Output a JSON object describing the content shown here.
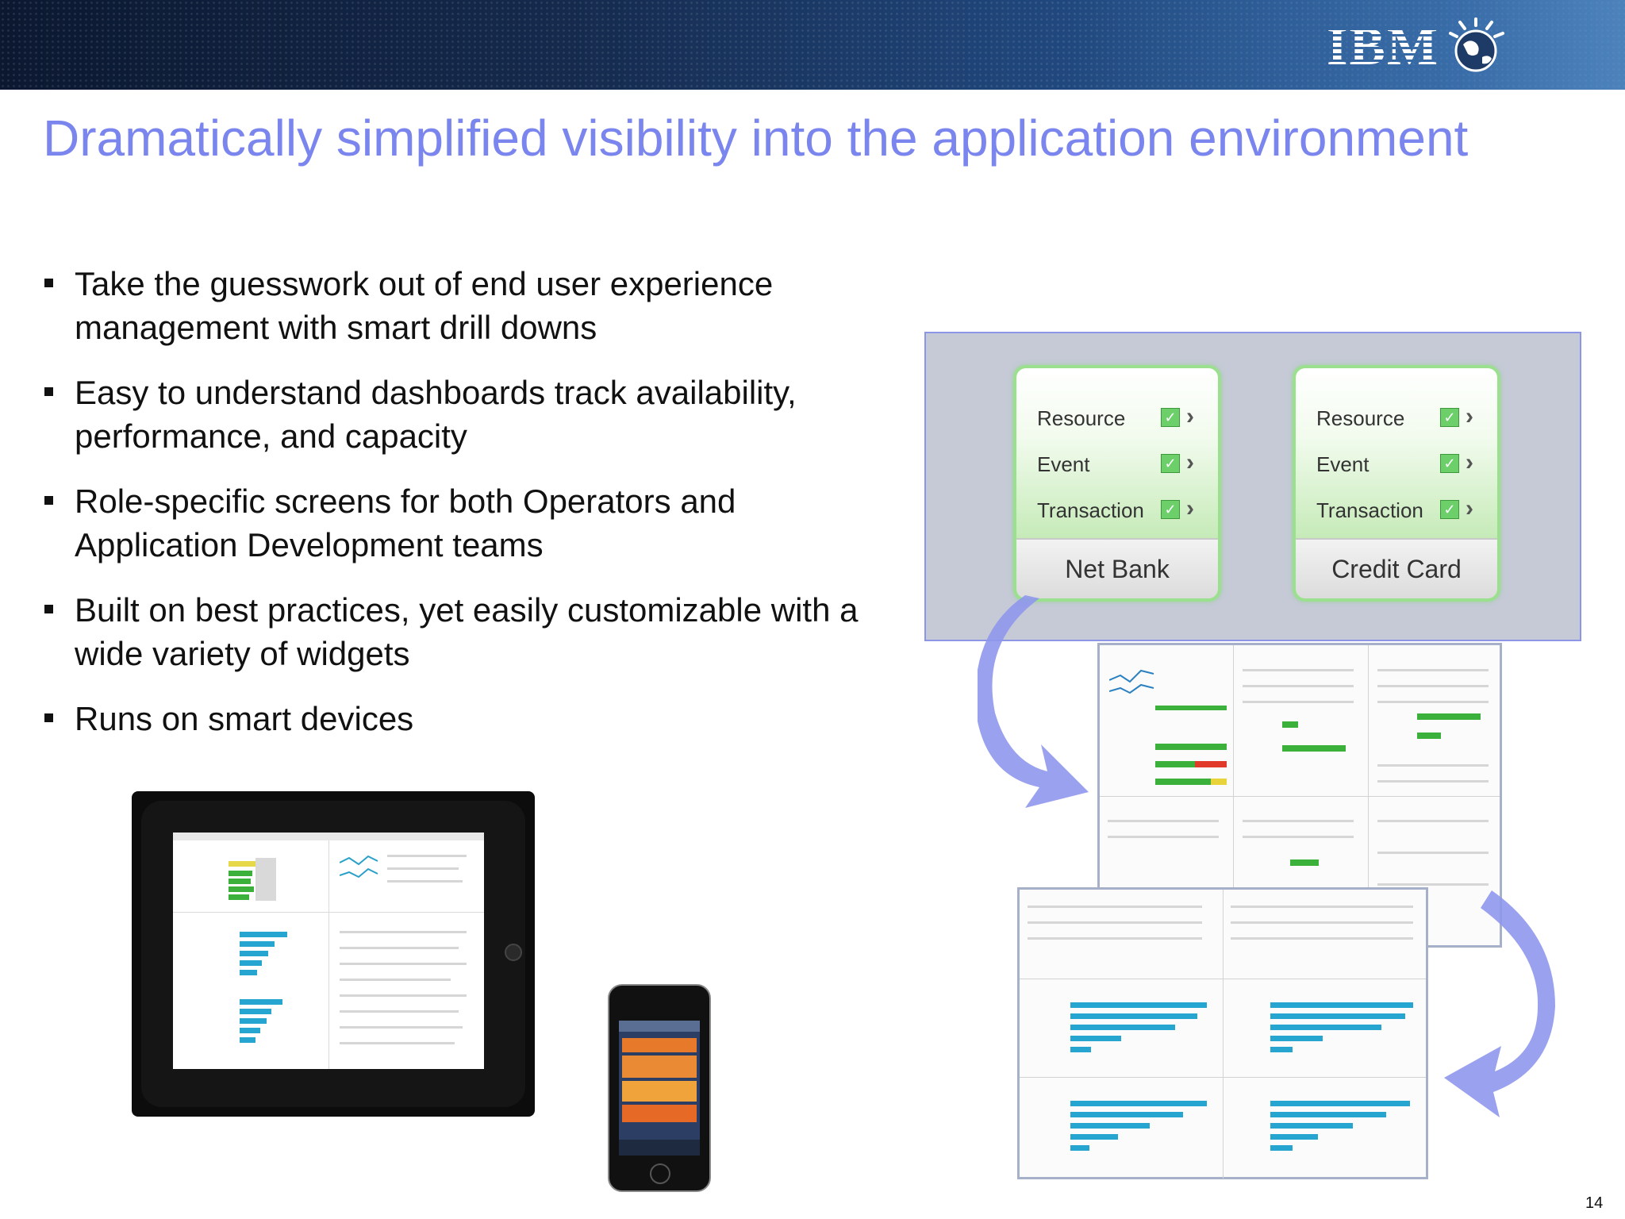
{
  "header": {
    "logo_text": "IBM"
  },
  "slide": {
    "title": "Dramatically simplified visibility into the application environment",
    "bullets": [
      "Take the guesswork out of end user experience management with smart drill downs",
      "Easy to understand dashboards track availability, performance, and capacity",
      "Role-specific screens for both Operators and Application Development teams",
      "Built on best practices, yet easily customizable with a wide variety of widgets",
      "Runs on smart devices"
    ],
    "page_number": "14"
  },
  "summary_cards": [
    {
      "name": "Net Bank",
      "rows": [
        "Resource",
        "Event",
        "Transaction"
      ]
    },
    {
      "name": "Credit Card",
      "rows": [
        "Resource",
        "Event",
        "Transaction"
      ]
    }
  ],
  "colors": {
    "title": "#7a86ee",
    "panel": "#c5cad6",
    "card_green": "#9be08e",
    "arrow": "#8f97ec",
    "bar": "#25a5cf"
  },
  "icons": {
    "check": "✓",
    "chevron": "›"
  }
}
